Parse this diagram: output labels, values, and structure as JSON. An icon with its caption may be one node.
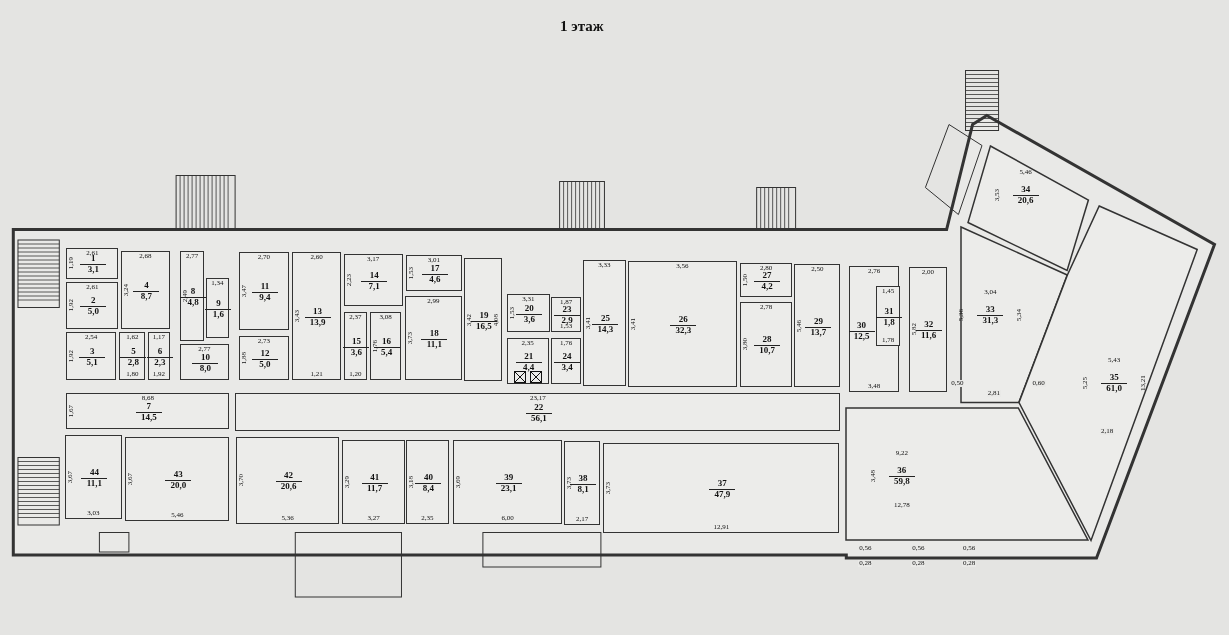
{
  "diagram": {
    "title": "1 этаж",
    "nodes": [
      {
        "text": [
          "2,61",
          "1",
          "3,1",
          "1,19"
        ]
      },
      {
        "text": [
          "2,61",
          "2",
          "5,0",
          "1,92"
        ]
      },
      {
        "text": [
          "2,54",
          "3",
          "5,1",
          "1,92"
        ]
      },
      {
        "text": [
          "2,68",
          "4",
          "8,7",
          "3,24"
        ]
      },
      {
        "text": [
          "1,62",
          "5",
          "2,8",
          "1,80"
        ]
      },
      {
        "text": [
          "1,17",
          "6",
          "2,3",
          "1,92"
        ]
      },
      {
        "text": [
          "8,68",
          "7",
          "14,5",
          "1,67"
        ]
      },
      {
        "text": [
          "2,77",
          "8",
          "4,8",
          "2,49"
        ]
      },
      {
        "text": [
          "1,34",
          "9",
          "1,6"
        ]
      },
      {
        "text": [
          "2,77",
          "10",
          "8,0"
        ]
      },
      {
        "text": [
          "2,70",
          "11",
          "9,4",
          "3,47"
        ]
      },
      {
        "text": [
          "2,73",
          "12",
          "5,0",
          "1,88"
        ]
      },
      {
        "text": [
          "2,60",
          "13",
          "13,9",
          "3,43",
          "1,21"
        ]
      },
      {
        "text": [
          "3,17",
          "14",
          "7,1",
          "2,23"
        ]
      },
      {
        "text": [
          "2,37",
          "15",
          "3,6",
          "1,20"
        ]
      },
      {
        "text": [
          "3,08",
          "16",
          "5,4",
          "1,76"
        ]
      },
      {
        "text": [
          "3,01",
          "17",
          "4,6",
          "1,53"
        ]
      },
      {
        "text": [
          "2,99",
          "18",
          "11,1",
          "3,73"
        ]
      },
      {
        "text": [
          "19",
          "16,5",
          "3,42",
          "4,08"
        ]
      },
      {
        "text": [
          "3,31",
          "20",
          "3,6",
          "1,53"
        ]
      },
      {
        "text": [
          "2,35",
          "21",
          "4,4"
        ]
      },
      {
        "text": [
          "23,17",
          "22",
          "56,1"
        ]
      },
      {
        "text": [
          "1,87",
          "23",
          "2,9",
          "1,53"
        ]
      },
      {
        "text": [
          "1,76",
          "24",
          "3,4"
        ]
      },
      {
        "text": [
          "3,33",
          "25",
          "14,3",
          "3,41"
        ]
      },
      {
        "text": [
          "3,56",
          "26",
          "32,3",
          "3,41"
        ]
      },
      {
        "text": [
          "2,80",
          "27",
          "4,2",
          "1,50"
        ]
      },
      {
        "text": [
          "2,78",
          "28",
          "10,7",
          "3,80"
        ]
      },
      {
        "text": [
          "2,50",
          "29",
          "13,7",
          "5,46"
        ]
      },
      {
        "text": [
          "2,76",
          "30",
          "12,5",
          "3,48"
        ]
      },
      {
        "text": [
          "1,45",
          "31",
          "1,8",
          "1,78"
        ],
        "in": 29
      },
      {
        "text": [
          "2,00",
          "32",
          "11,6",
          "5,82"
        ]
      },
      {
        "text": [
          "3,04",
          "33",
          "31,3",
          "5,36",
          "5,34"
        ]
      },
      {
        "text": [
          "5,46",
          "34",
          "20,6",
          "3,53"
        ]
      },
      {
        "text": [
          "5,43",
          "35",
          "61,0",
          "5,25",
          "13,21"
        ]
      },
      {
        "text": [
          "9,22",
          "36",
          "59,8",
          "3,48",
          "12,78"
        ]
      },
      {
        "text": [
          "37",
          "47,9",
          "3,73",
          "12,91"
        ]
      },
      {
        "text": [
          "38",
          "8,1",
          "3,73",
          "2,17"
        ]
      },
      {
        "text": [
          "39",
          "23,1",
          "3,69",
          "6,00"
        ]
      },
      {
        "text": [
          "40",
          "8,4",
          "3,18",
          "2,35"
        ]
      },
      {
        "text": [
          "41",
          "11,7",
          "3,29",
          "3,27"
        ]
      },
      {
        "text": [
          "42",
          "20,6",
          "3,70",
          "5,36"
        ]
      },
      {
        "text": [
          "43",
          "20,0",
          "3,67",
          "5,46"
        ]
      },
      {
        "text": [
          "44",
          "11,1",
          "3,67",
          "3,03"
        ]
      }
    ],
    "labels": [
      "0,50",
      "2,81",
      "0,60",
      "0,56",
      "0,28",
      "0,56",
      "0,28",
      "0,56",
      "0,28",
      "2,18"
    ]
  }
}
